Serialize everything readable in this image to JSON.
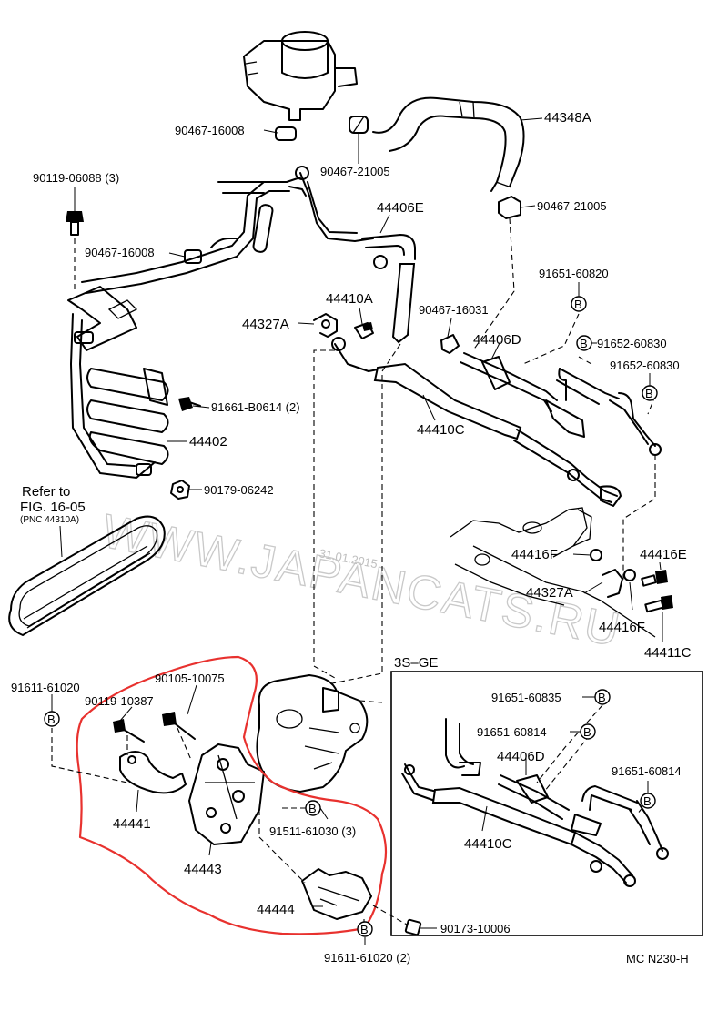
{
  "parts": {
    "p44348A": "44348A",
    "p90467_16008_a": "90467-16008",
    "p90467_21005_a": "90467-21005",
    "p90467_21005_b": "90467-21005",
    "p90119_06088": "90119-06088 (3)",
    "p90467_16008_b": "90467-16008",
    "p44406E": "44406E",
    "p91651_60820": "91651-60820",
    "p44410A": "44410A",
    "p44327A_a": "44327A",
    "p90467_16031": "90467-16031",
    "p44406D": "44406D",
    "p91652_60830_a": "91652-60830",
    "p91652_60830_b": "91652-60830",
    "p91661_B0614": "91661-B0614 (2)",
    "p44402": "44402",
    "p44410C": "44410C",
    "p90179_06242": "90179-06242",
    "p44416F_a": "44416F",
    "p44416E": "44416E",
    "p44327A_b": "44327A",
    "p44416F_b": "44416F",
    "p44411C": "44411C",
    "p91611_61020_a": "91611-61020",
    "p90105_10075": "90105-10075",
    "p90119_10387": "90119-10387",
    "p44441": "44441",
    "p91511_61030": "91511-61030 (3)",
    "p44443": "44443",
    "p44444": "44444",
    "p90173_10006": "90173-10006",
    "p91611_61020_b": "91611-61020 (2)",
    "p91651_60835": "91651-60835",
    "p91651_60814_a": "91651-60814",
    "p44406D_b": "44406D",
    "p91651_60814_b": "91651-60814",
    "p44410C_b": "44410C"
  },
  "refer": {
    "line1": "Refer to",
    "line2": "FIG. 16-05",
    "line3": "(PNC 44310A)"
  },
  "inset_title": "3S–GE",
  "marker": "B",
  "watermark": "WWW.JAPANCATS.RU",
  "watermark_date": "31.01.2015",
  "footer_code": "MC N230-H",
  "colors": {
    "highlight": "#e8312e",
    "ink": "#000000"
  }
}
